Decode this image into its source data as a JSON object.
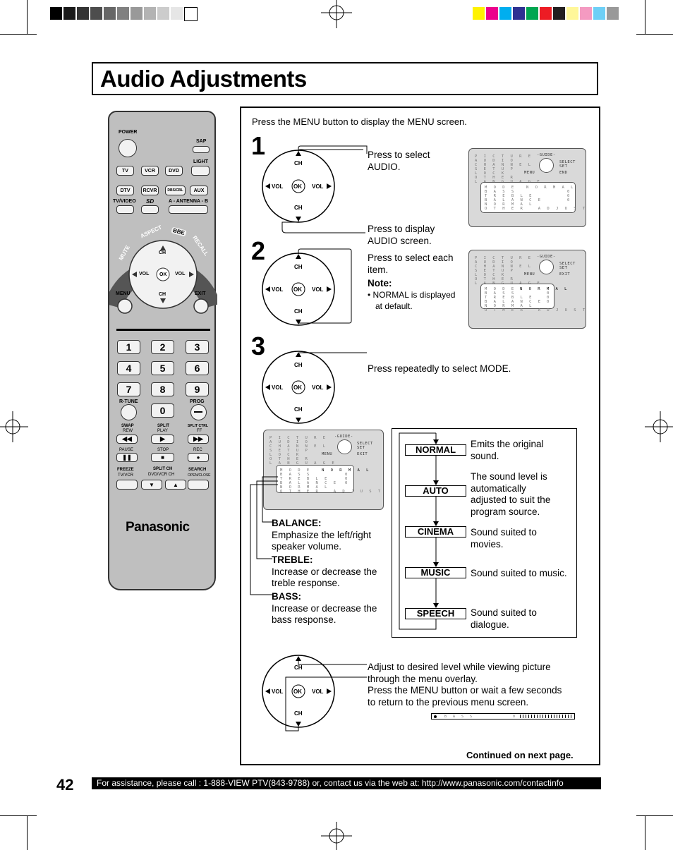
{
  "page": {
    "title": "Audio Adjustments",
    "page_number": "42",
    "footer": "For assistance, please call : 1-888-VIEW PTV(843-9788) or, contact us via the web at: http://www.panasonic.com/contactinfo",
    "continued": "Continued on next page."
  },
  "remote": {
    "brand": "Panasonic",
    "power": "POWER",
    "sap": "SAP",
    "light": "LIGHT",
    "row1": [
      "TV",
      "VCR",
      "DVD"
    ],
    "row2": [
      "DTV",
      "RCVR",
      "DBS/CBL",
      "AUX"
    ],
    "tv_video": "TV/VIDEO",
    "sd": "SD",
    "antenna": "A - ANTENNA - B",
    "mute": "MUTE",
    "aspect": "ASPECT",
    "bbe": "BBE",
    "recall": "RECALL",
    "ch": "CH",
    "vol": "VOL",
    "ok": "OK",
    "menu": "MENU",
    "exit": "EXIT",
    "numbers": [
      "1",
      "2",
      "3",
      "4",
      "5",
      "6",
      "7",
      "8",
      "9",
      "0"
    ],
    "r_tune": "R-TUNE",
    "prog": "PROG",
    "swap": "SWAP",
    "rew": "REW",
    "split": "SPLIT",
    "play": "PLAY",
    "split_ctrl": "SPLIT CTRL",
    "ff": "FF",
    "pause": "PAUSE",
    "stop": "STOP",
    "rec": "REC",
    "freeze": "FREEZE",
    "tv_vcr": "TV/VCR",
    "split_ch": "SPLIT CH",
    "dvd_vcr_ch": "DVD/VCR CH",
    "search": "SEARCH",
    "open_close": "OPEN/CLOSE"
  },
  "instructions": {
    "intro": "Press the MENU button to display the MENU screen.",
    "step1_num": "1",
    "step1_a1": "Press to select",
    "step1_a2": "AUDIO.",
    "step1_b1": "Press to display",
    "step1_b2": "AUDIO screen.",
    "step2_num": "2",
    "step2_a1": "Press to select each",
    "step2_a2": "item.",
    "note_label": "Note:",
    "note1": "• NORMAL is displayed",
    "note2": "at default.",
    "step3_num": "3",
    "step3_a": "Press repeatedly to select MODE.",
    "balance_label": "BALANCE:",
    "balance_1": "Emphasize the left/right",
    "balance_2": "speaker volume.",
    "treble_label": "TREBLE:",
    "treble_1": "Increase or decrease the",
    "treble_2": "treble response.",
    "bass_label": "BASS:",
    "bass_1": "Increase or decrease the",
    "bass_2": "bass response.",
    "adjust_1": "Adjust to desired level while viewing picture",
    "adjust_2": "through the menu overlay.",
    "adjust_3": "Press the MENU button or wait a few seconds",
    "adjust_4": "to return to the previous menu screen."
  },
  "modes": [
    {
      "name": "NORMAL",
      "desc": [
        "Emits the original",
        "sound."
      ]
    },
    {
      "name": "AUTO",
      "desc": [
        "The sound level is",
        "automatically",
        "adjusted to suit the",
        "program source."
      ]
    },
    {
      "name": "CINEMA",
      "desc": [
        "Sound suited to",
        "movies."
      ]
    },
    {
      "name": "MUSIC",
      "desc": [
        "Sound suited to music."
      ]
    },
    {
      "name": "SPEECH",
      "desc": [
        "Sound suited to",
        "dialogue."
      ]
    }
  ],
  "menu_screen": {
    "items": "P I C T U R E\nA U D I O\nC H A N N E L\nS E T U P\nL O C K\nO T H E R\nL A N G U A G E",
    "guide": "-GUIDE-",
    "select": "SELECT",
    "set": "SET",
    "menu": "MENU",
    "end": "END",
    "exit": "EXIT",
    "audio_items": "M O D E\nB A S S\nT R E B L E\nB A L A N C E\nN O R M A L\nO T H E R   A D J U S T",
    "normal_val": "N O R M A L",
    "zeros": "0\n0\n0",
    "bass_bar": "B A S S",
    "bass_val": "0"
  },
  "colors": {
    "gray_swatches": [
      "#000000",
      "#1a1a1a",
      "#333333",
      "#4d4d4d",
      "#666666",
      "#808080",
      "#999999",
      "#b3b3b3",
      "#cccccc",
      "#e6e6e6",
      "#ffffff"
    ],
    "color_swatches": [
      "#fff200",
      "#ec008c",
      "#00aeef",
      "#2e3192",
      "#00a651",
      "#ed1c24",
      "#231f20",
      "#fff799",
      "#f49ac1",
      "#6dcff6",
      "#999999"
    ]
  }
}
